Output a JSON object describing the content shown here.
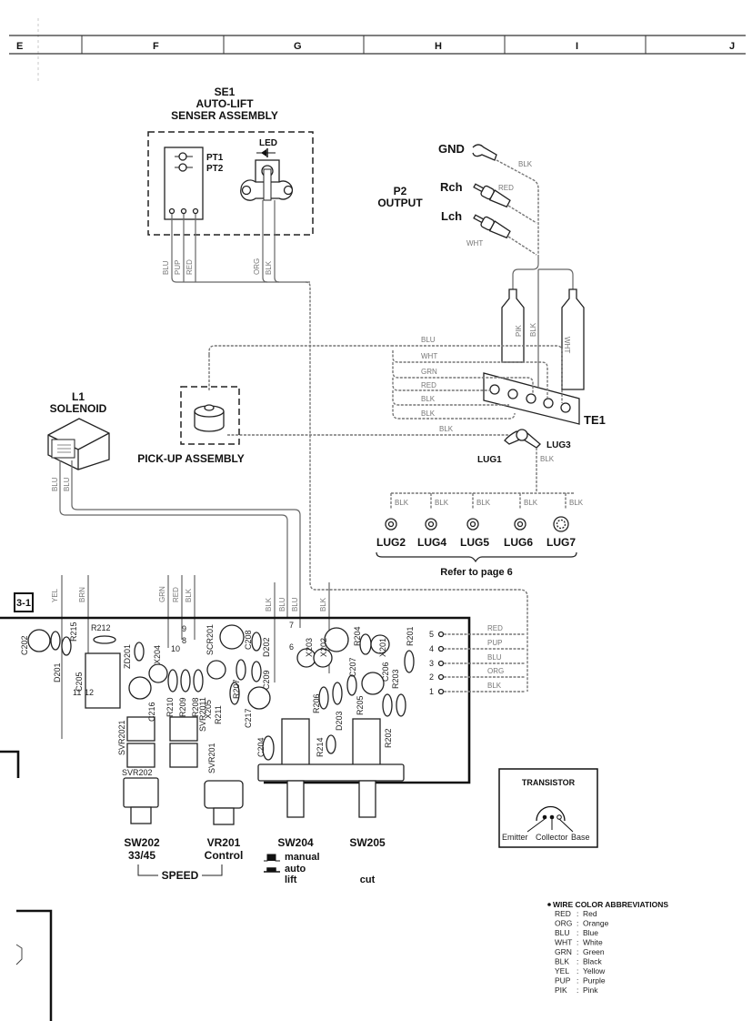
{
  "grid_columns": [
    "E",
    "F",
    "G",
    "H",
    "I",
    "J"
  ],
  "sensor_assembly": {
    "ref": "SE1",
    "name_line1": "AUTO-LIFT",
    "name_line2": "SENSER ASSEMBLY",
    "pt1": "PT1",
    "pt2": "PT2",
    "led": "LED",
    "wires": [
      "BLU",
      "PUP",
      "RED",
      "ORG",
      "BLK"
    ]
  },
  "output": {
    "ref": "P2",
    "name": "OUTPUT",
    "gnd": "GND",
    "rch": "Rch",
    "lch": "Lch",
    "gnd_wire": "BLK",
    "rch_wire": "RED",
    "lch_wire": "WHT"
  },
  "terminal": {
    "ref": "TE1",
    "top_wires": [
      "PIK",
      "BLK",
      "WHT"
    ],
    "left_wires": [
      "BLU",
      "WHT",
      "GRN",
      "RED",
      "BLK",
      "BLK"
    ],
    "lug1": "LUG1",
    "lug3": "LUG3",
    "lug1_wire": "BLK",
    "lug3_wire": "BLK"
  },
  "solenoid": {
    "ref": "L1",
    "name": "SOLENOID",
    "wires": [
      "BLU",
      "BLU"
    ]
  },
  "pickup": {
    "name": "PICK-UP ASSEMBLY"
  },
  "lugs": {
    "items": [
      {
        "label": "LUG2",
        "wire": "BLK"
      },
      {
        "label": "LUG4",
        "wire": "BLK"
      },
      {
        "label": "LUG5",
        "wire": "BLK"
      },
      {
        "label": "LUG6",
        "wire": "BLK"
      },
      {
        "label": "LUG7",
        "wire": "BLK"
      }
    ],
    "note": "Refer to page 6"
  },
  "pcb": {
    "board_tag": "3-1",
    "top_wires": [
      "YEL",
      "BRN",
      "GRN",
      "RED",
      "BLK",
      "BLK",
      "BLU",
      "BLU",
      "BLK"
    ],
    "connector_pins": [
      {
        "pin": "5",
        "wire": "RED"
      },
      {
        "pin": "4",
        "wire": "PUP"
      },
      {
        "pin": "3",
        "wire": "BLU"
      },
      {
        "pin": "2",
        "wire": "ORG"
      },
      {
        "pin": "1",
        "wire": "BLK"
      }
    ],
    "components": [
      "C202",
      "D201",
      "R215",
      "R212",
      "C205",
      "ZD201",
      "X204",
      "C216",
      "R210",
      "R209",
      "R208",
      "SCR201",
      "X205",
      "R211",
      "R207",
      "C208",
      "D202",
      "C209",
      "C217",
      "X203",
      "X202",
      "R204",
      "X201",
      "R201",
      "C207",
      "R206",
      "D203",
      "R205",
      "C206",
      "R203",
      "R202",
      "R214",
      "C204",
      "SVR2021",
      "SVR2011",
      "SVR201",
      "SVR202"
    ],
    "pads": [
      "11",
      "12",
      "10",
      "9",
      "8",
      "7",
      "6"
    ]
  },
  "controls": {
    "sw202": {
      "ref": "SW202",
      "desc": "33/45"
    },
    "vr201": {
      "ref": "VR201",
      "desc": "Control"
    },
    "speed": "SPEED",
    "sw204": {
      "ref": "SW204",
      "manual": "manual",
      "auto": "auto",
      "lift": "lift"
    },
    "sw205": {
      "ref": "SW205",
      "desc": "cut"
    }
  },
  "transistor": {
    "title": "TRANSISTOR",
    "emitter": "Emitter",
    "collector": "Collector",
    "base": "Base"
  },
  "legend": {
    "title": "WIRE COLOR ABBREVIATIONS",
    "items": [
      {
        "abbr": "RED",
        "name": "Red"
      },
      {
        "abbr": "ORG",
        "name": "Orange"
      },
      {
        "abbr": "BLU",
        "name": "Blue"
      },
      {
        "abbr": "WHT",
        "name": "White"
      },
      {
        "abbr": "GRN",
        "name": "Green"
      },
      {
        "abbr": "BLK",
        "name": "Black"
      },
      {
        "abbr": "YEL",
        "name": "Yellow"
      },
      {
        "abbr": "PUP",
        "name": "Purple"
      },
      {
        "abbr": "PIK",
        "name": "Pink"
      }
    ]
  }
}
